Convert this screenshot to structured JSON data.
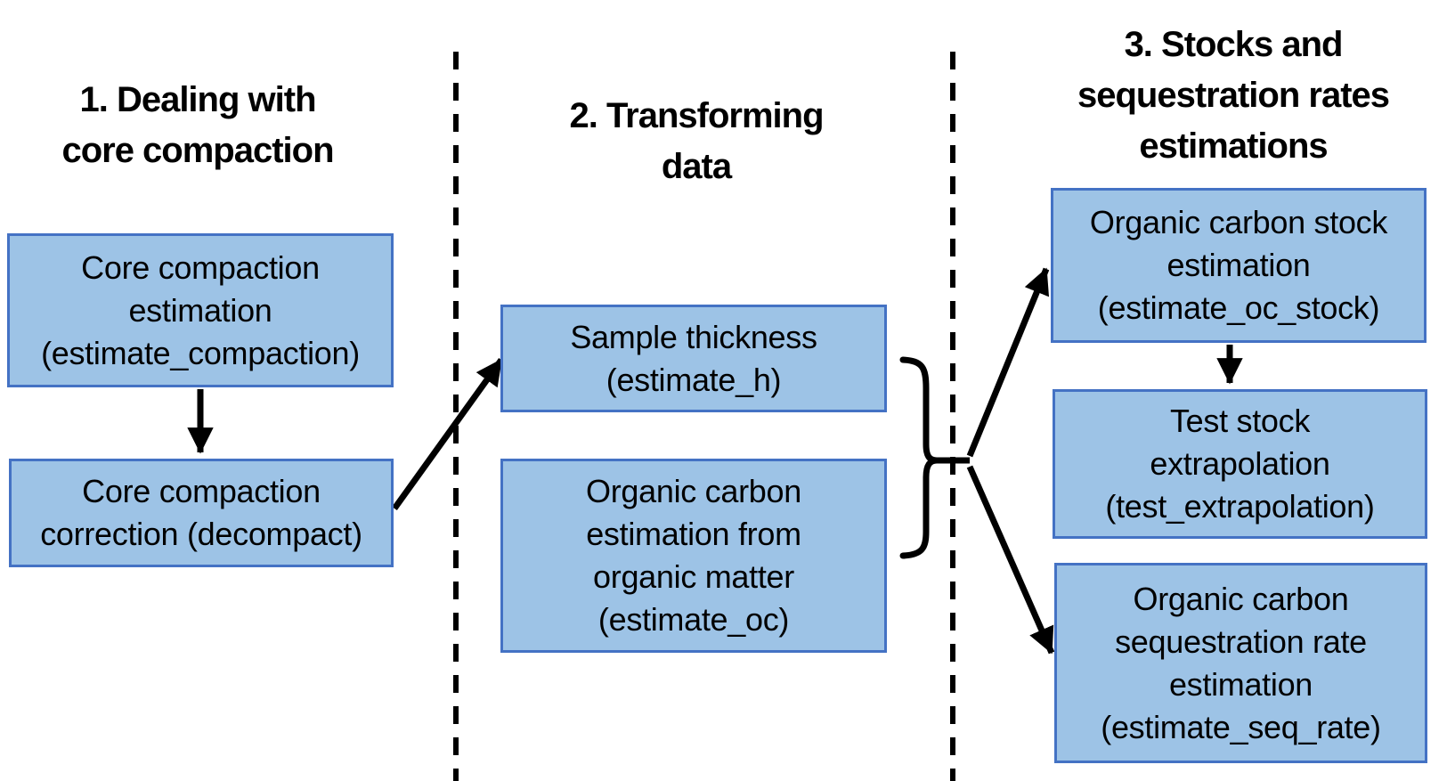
{
  "diagram": {
    "title": "Workflow: dealing with core compaction, transforming data, stocks and sequestration rates estimations",
    "background": "#FFFFFF",
    "colors": {
      "node_fill": "#9DC3E6",
      "node_border": "#4472C4",
      "connector": "#000000",
      "text": "#000000"
    },
    "sections": [
      {
        "title": "1. Dealing with core compaction",
        "lines": [
          "1. Dealing with",
          "core compaction"
        ]
      },
      {
        "title": "2. Transforming data",
        "lines": [
          "2. Transforming",
          "data"
        ]
      },
      {
        "title": "3. Stocks and sequestration rates estimations",
        "lines": [
          "3. Stocks and",
          "sequestration rates",
          "estimations"
        ]
      }
    ],
    "nodes": [
      {
        "id": "core-compaction-estimation",
        "function": "estimate_compaction",
        "label": "Core compaction estimation (estimate_compaction)",
        "lines": [
          "Core compaction",
          "estimation",
          "(estimate_compaction)"
        ]
      },
      {
        "id": "core-compaction-correction",
        "function": "decompact",
        "label": "Core compaction correction (decompact)",
        "lines": [
          "Core compaction",
          "correction (decompact)"
        ]
      },
      {
        "id": "sample-thickness",
        "function": "estimate_h",
        "label": "Sample thickness (estimate_h)",
        "lines": [
          "Sample thickness",
          "(estimate_h)"
        ]
      },
      {
        "id": "organic-carbon-estimation",
        "function": "estimate_oc",
        "label": "Organic carbon estimation from organic matter (estimate_oc)",
        "lines": [
          "Organic carbon",
          "estimation from",
          "organic matter",
          "(estimate_oc)"
        ]
      },
      {
        "id": "organic-carbon-stock-estimation",
        "function": "estimate_oc_stock",
        "label": "Organic carbon stock estimation (estimate_oc_stock)",
        "lines": [
          "Organic carbon stock",
          "estimation",
          "(estimate_oc_stock)"
        ]
      },
      {
        "id": "test-stock-extrapolation",
        "function": "test_extrapolation",
        "label": "Test stock extrapolation (test_extrapolation)",
        "lines": [
          "Test stock",
          "extrapolation",
          "(test_extrapolation)"
        ]
      },
      {
        "id": "organic-carbon-sequestration-rate",
        "function": "estimate_seq_rate",
        "label": "Organic carbon sequestration rate estimation (estimate_seq_rate)",
        "lines": [
          "Organic carbon",
          "sequestration rate",
          "estimation",
          "(estimate_seq_rate)"
        ]
      }
    ],
    "connections": [
      "core-compaction-estimation -> core-compaction-correction",
      "core-compaction-correction -> sample-thickness",
      "sample-thickness + organic-carbon-estimation } -> organic-carbon-stock-estimation",
      "sample-thickness + organic-carbon-estimation } -> organic-carbon-sequestration-rate",
      "organic-carbon-stock-estimation -> test-stock-extrapolation"
    ]
  }
}
